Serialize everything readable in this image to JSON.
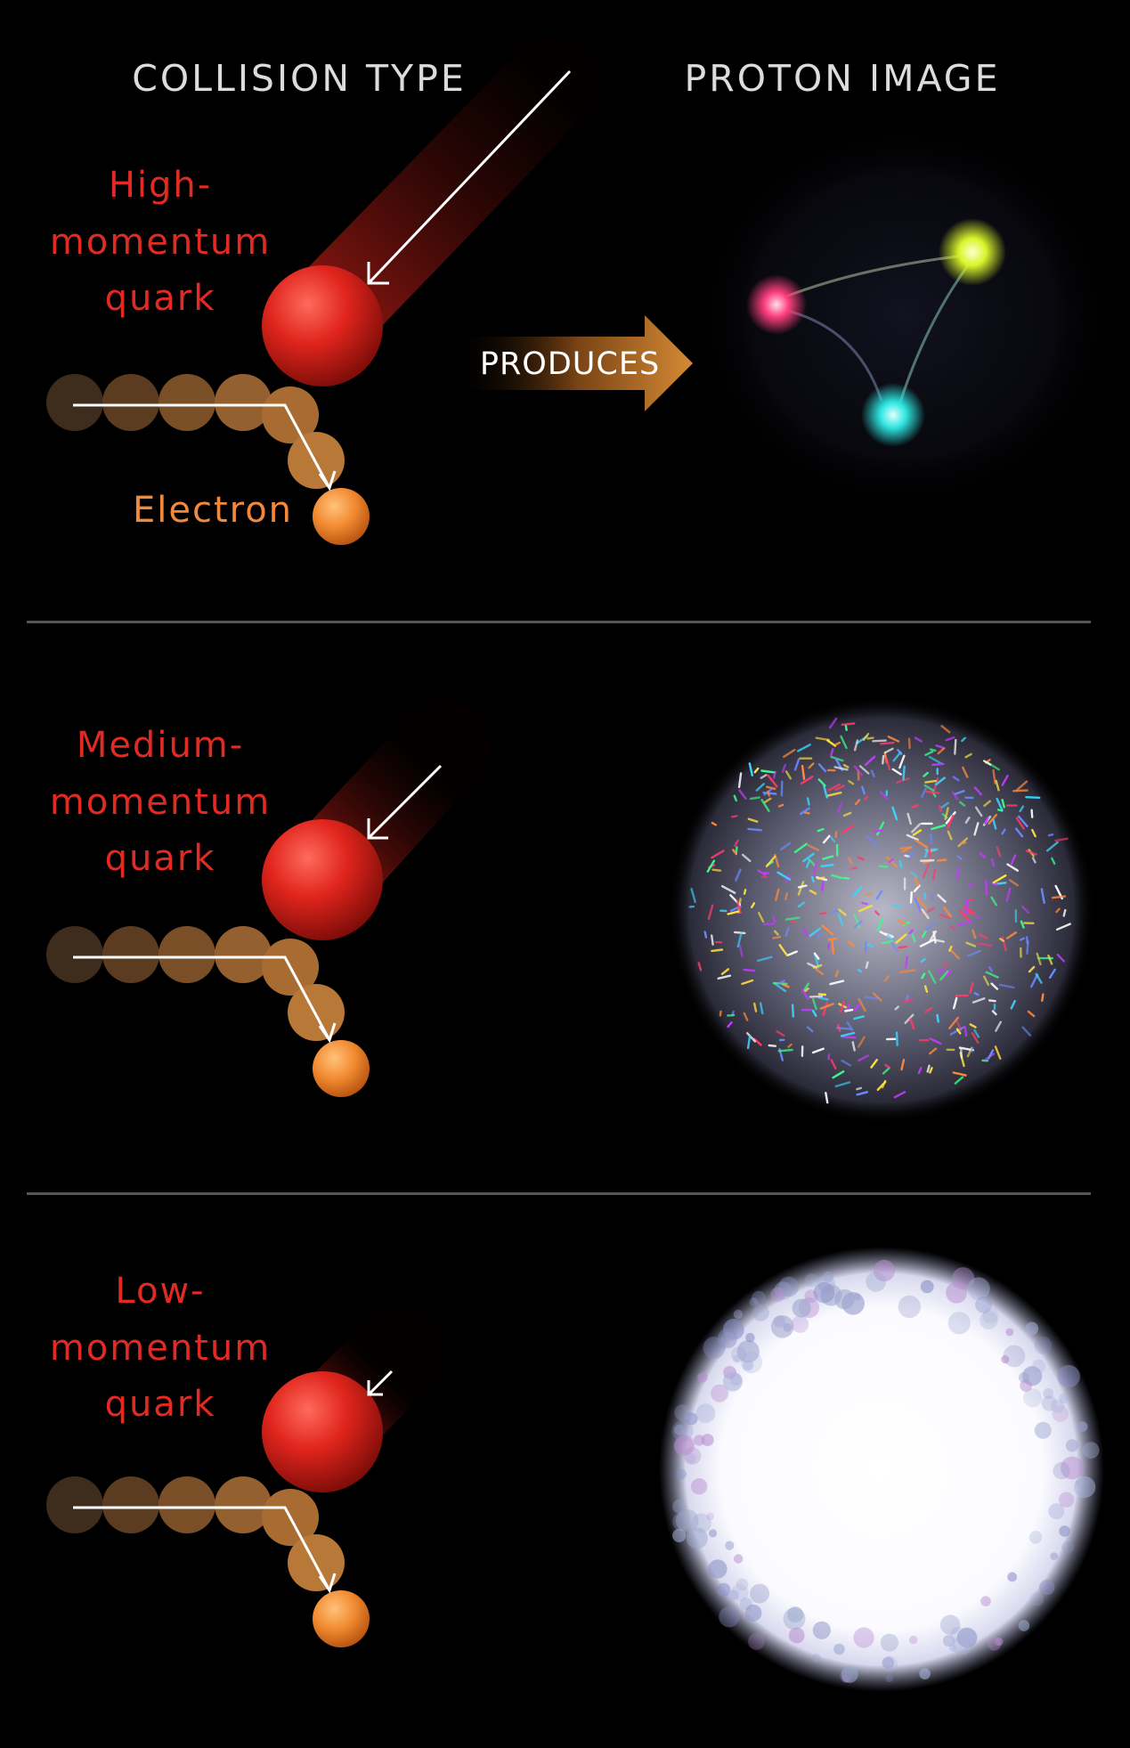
{
  "headers": {
    "collision_type": "COLLISION TYPE",
    "proton_image": "PROTON IMAGE"
  },
  "arrow_label": "PRODUCES",
  "electron_label": "Electron",
  "rows": [
    {
      "quark_label_lines": [
        "High-",
        "momentum",
        "quark"
      ],
      "proton_image": "three distinct colored quarks"
    },
    {
      "quark_label_lines": [
        "Medium-",
        "momentum",
        "quark"
      ],
      "proton_image": "dense sphere of colored sparks"
    },
    {
      "quark_label_lines": [
        "Low-",
        "momentum",
        "quark"
      ],
      "proton_image": "diffuse white sphere"
    }
  ],
  "colors": {
    "background": "#000000",
    "quark": "#e02a23",
    "electron": "#f1893c",
    "header_text": "#dcdcdc",
    "divider": "#555555",
    "arrow": "#c87a2a"
  }
}
